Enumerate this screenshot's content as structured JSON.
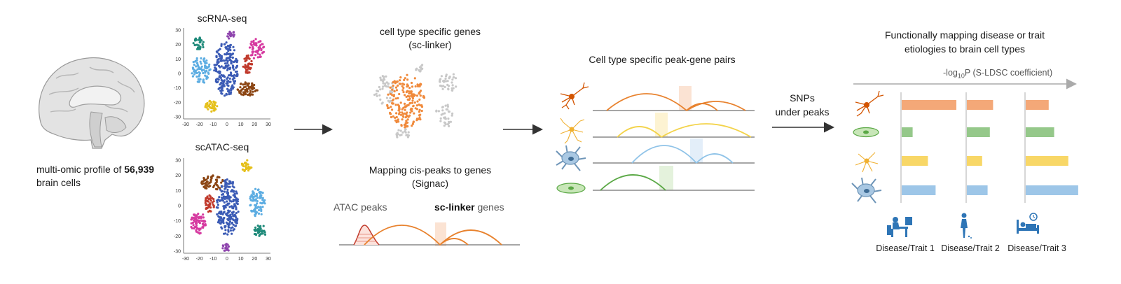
{
  "brain": {
    "label_prefix": "multi-omic profile of ",
    "cell_count": "56,939",
    "label_suffix": "brain cells"
  },
  "scrna": {
    "title": "scRNA-seq",
    "yticks": [
      "30",
      "20",
      "10",
      "0",
      "-10",
      "-20",
      "-30"
    ],
    "xticks": [
      "-30",
      "-20",
      "-10",
      "0",
      "10",
      "20",
      "30"
    ],
    "cluster_colors": [
      "#1f8a7a",
      "#8e44ad",
      "#d63aa0",
      "#5dade2",
      "#3b5bb5",
      "#c0392b",
      "#8b4513",
      "#e5c01b"
    ]
  },
  "scatac": {
    "title": "scATAC-seq",
    "yticks": [
      "30",
      "20",
      "10",
      "0",
      "-10",
      "-20",
      "-30"
    ],
    "xticks": [
      "-30",
      "-20",
      "-10",
      "0",
      "10",
      "20",
      "30"
    ],
    "cluster_colors": [
      "#8b4513",
      "#e5c01b",
      "#c0392b",
      "#d63aa0",
      "#3b5bb5",
      "#5dade2",
      "#1f8a7a",
      "#8e44ad"
    ]
  },
  "sclinker": {
    "title_line1": "cell type specific genes",
    "title_line2": "(sc-linker)",
    "highlight_color": "#f08a3c"
  },
  "signac": {
    "title_line1": "Mapping cis-peaks to genes",
    "title_line2": "(Signac)",
    "atac_label": "ATAC peaks",
    "gene_label_bold": "sc-linker",
    "gene_label_rest": " genes"
  },
  "pairs": {
    "title": "Cell type specific peak-gene pairs",
    "track_colors": [
      "#e8822e",
      "#f3d34a",
      "#8fc3e8",
      "#5aa845"
    ]
  },
  "snps": {
    "line1": "SNPs",
    "line2": "under peaks"
  },
  "results": {
    "title_line1": "Functionally mapping disease or trait",
    "title_line2": "etiologies to brain cell types",
    "axis_label_pre": "-log",
    "axis_label_sub": "10",
    "axis_label_post": "P (S-LDSC coefficient)",
    "bar_colors": [
      "#f4a878",
      "#95c88a",
      "#f8d767",
      "#9dc6e8"
    ],
    "traits": [
      {
        "label": "Disease/Trait 1",
        "icon": "person-at-desk-icon",
        "values": [
          1.0,
          0.2,
          0.48,
          0.62
        ]
      },
      {
        "label": "Disease/Trait 2",
        "icon": "standing-person-icon",
        "values": [
          0.48,
          0.42,
          0.28,
          0.38
        ]
      },
      {
        "label": "Disease/Trait 3",
        "icon": "person-in-bed-icon",
        "values": [
          0.42,
          0.52,
          0.78,
          0.96
        ]
      }
    ]
  }
}
